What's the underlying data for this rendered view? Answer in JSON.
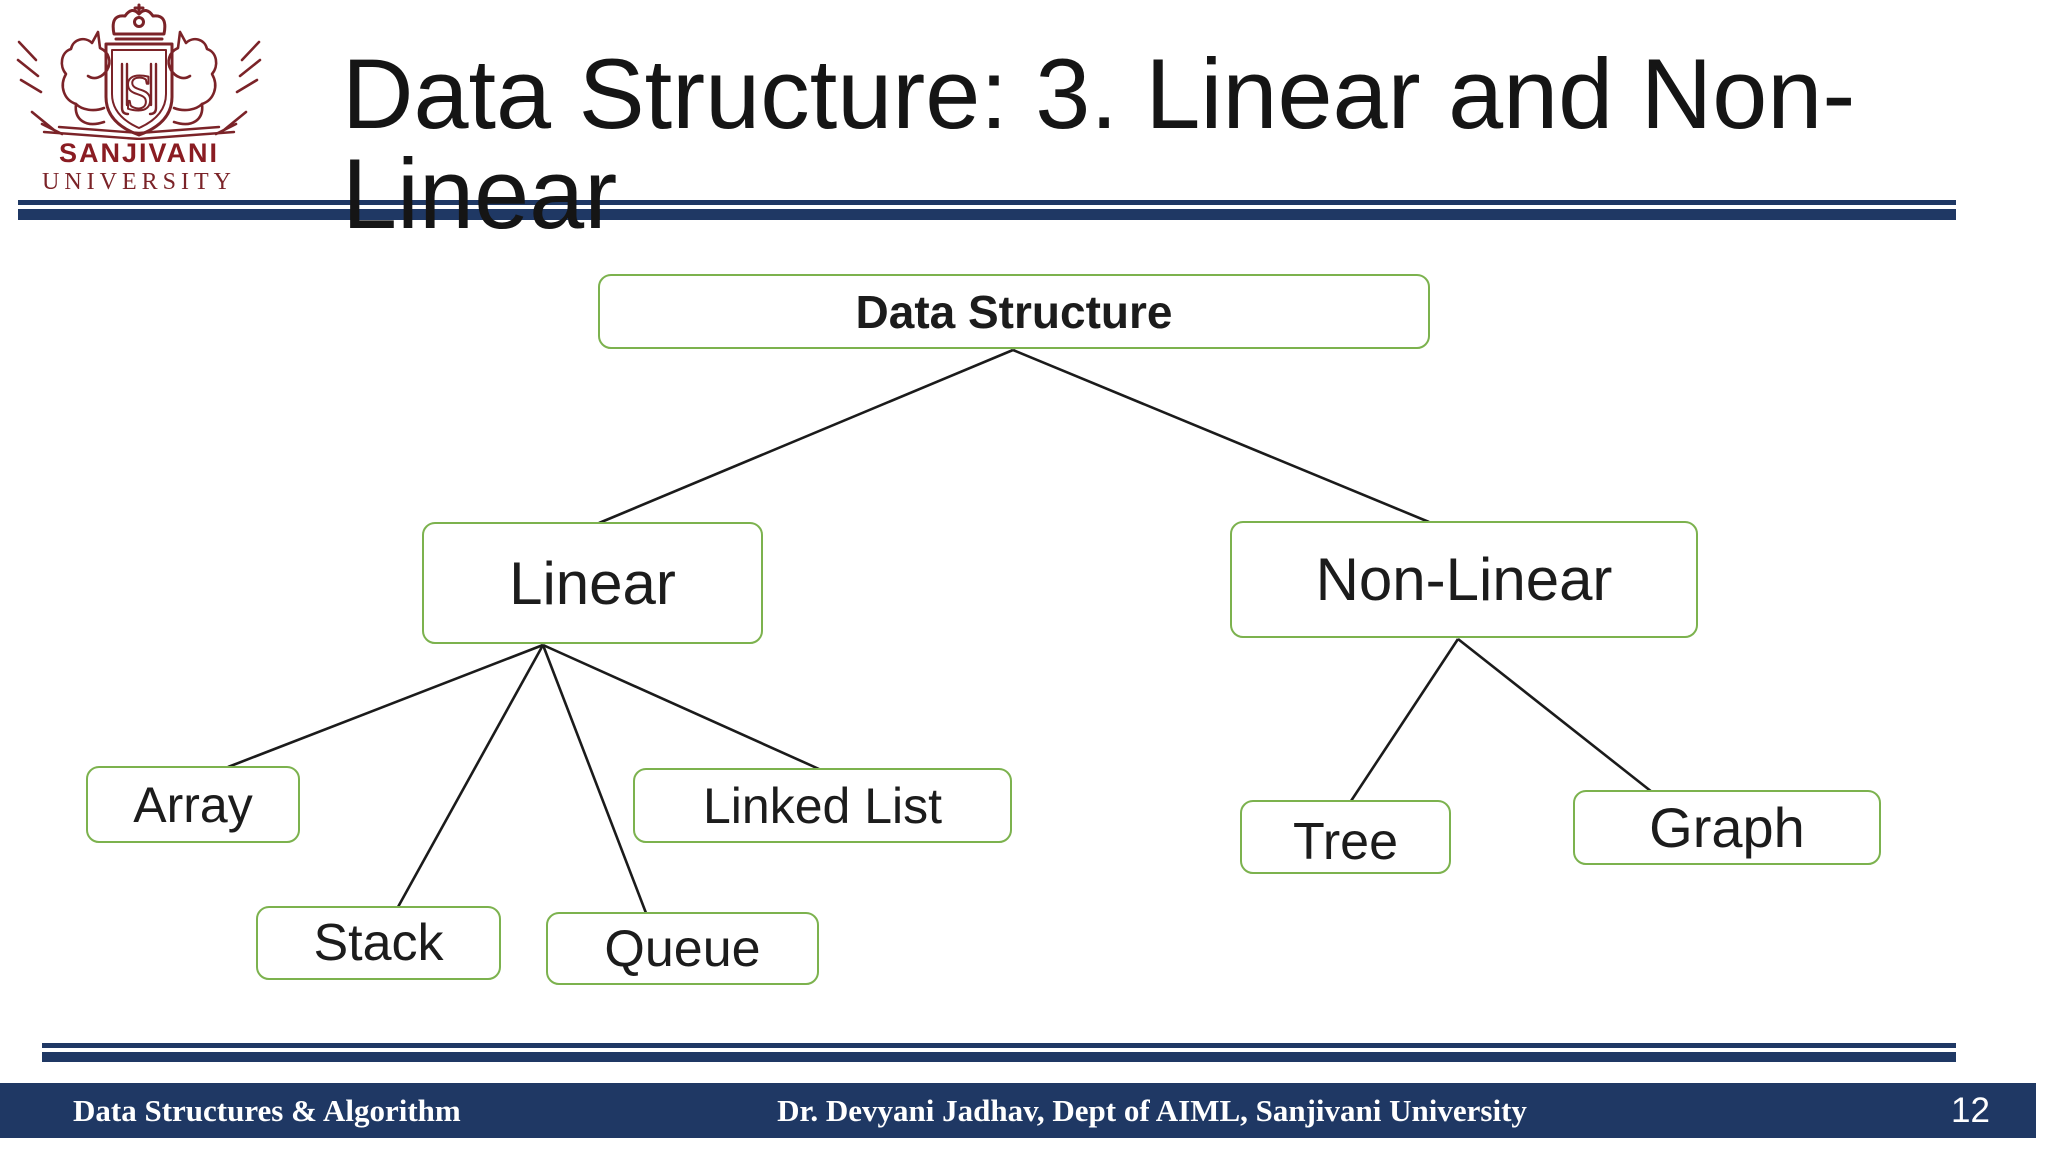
{
  "slide": {
    "title_line1": "Data Structure: 3. Linear and Non-",
    "title_line2": "Linear",
    "background_color": "#ffffff"
  },
  "logo": {
    "org_name": "SANJIVANI",
    "org_subtitle": "UNIVERSITY",
    "emblem_letter": "S",
    "color": "#7B2328"
  },
  "diagram": {
    "nodes": {
      "root": "Data Structure",
      "linear": "Linear",
      "nonlinear": "Non-Linear",
      "array": "Array",
      "stack": "Stack",
      "queue": "Queue",
      "linkedlist": "Linked List",
      "tree": "Tree",
      "graph": "Graph"
    },
    "edges": [
      [
        "root",
        "linear"
      ],
      [
        "root",
        "nonlinear"
      ],
      [
        "linear",
        "array"
      ],
      [
        "linear",
        "stack"
      ],
      [
        "linear",
        "queue"
      ],
      [
        "linear",
        "linkedlist"
      ],
      [
        "nonlinear",
        "tree"
      ],
      [
        "nonlinear",
        "graph"
      ]
    ],
    "box_border_color": "#7CB24E",
    "connector_color": "#1B1B1B"
  },
  "footer": {
    "course": "Data Structures & Algorithm",
    "credit": "Dr. Devyani Jadhav, Dept of AIML, Sanjivani University",
    "page_number": "12",
    "bar_color": "#1F3864"
  },
  "colors": {
    "rule_navy": "#1F3864",
    "box_green": "#7CB24E",
    "logo_maroon": "#7B2328",
    "title_text": "#151515"
  }
}
